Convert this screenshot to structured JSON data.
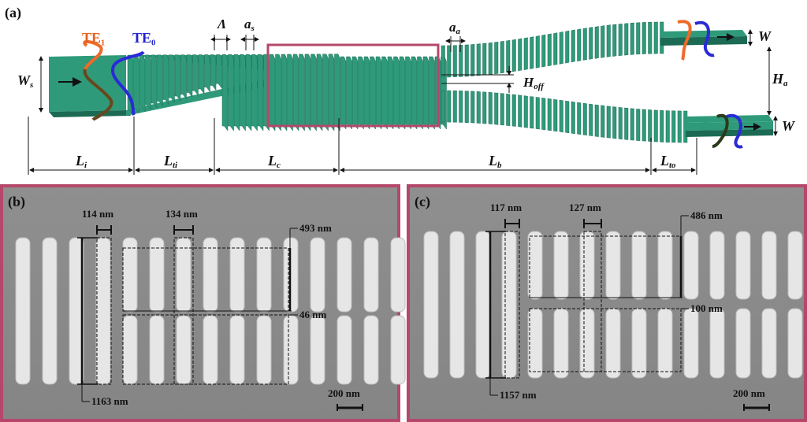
{
  "panel_a": {
    "label": "(a)",
    "mode_te1": "TE₁",
    "mode_te0": "TE₀",
    "sym_period": "Λ",
    "sym_as_main": "a",
    "sym_as_sub": "s",
    "sym_aa_main": "a",
    "sym_aa_sub": "a",
    "sym_ws_main": "W",
    "sym_ws_sub": "s",
    "sym_w_top": "W",
    "sym_w_bottom": "W",
    "sym_ha_main": "H",
    "sym_ha_sub": "a",
    "sym_hoff_main": "H",
    "sym_hoff_sub": "off",
    "lengths": [
      {
        "main": "L",
        "sub": "i"
      },
      {
        "main": "L",
        "sub": "ti"
      },
      {
        "main": "L",
        "sub": "c"
      },
      {
        "main": "L",
        "sub": "b"
      },
      {
        "main": "L",
        "sub": "to"
      }
    ],
    "colors": {
      "waveguide": "#2e9a7a",
      "waveguide_dark": "#1c6a54",
      "te1": "#ee6a2a",
      "te0": "#2a2ad6",
      "highlight": "#b5486a"
    }
  },
  "panel_b": {
    "label": "(b)",
    "dim_width": "114 nm",
    "dim_period": "134 nm",
    "dim_height": "493 nm",
    "dim_gap": "46 nm",
    "dim_length": "1163 nm",
    "scale_bar": "200 nm"
  },
  "panel_c": {
    "label": "(c)",
    "dim_width": "117 nm",
    "dim_period": "127 nm",
    "dim_height": "486 nm",
    "dim_gap": "100 nm",
    "dim_length": "1157 nm",
    "scale_bar": "200 nm"
  }
}
